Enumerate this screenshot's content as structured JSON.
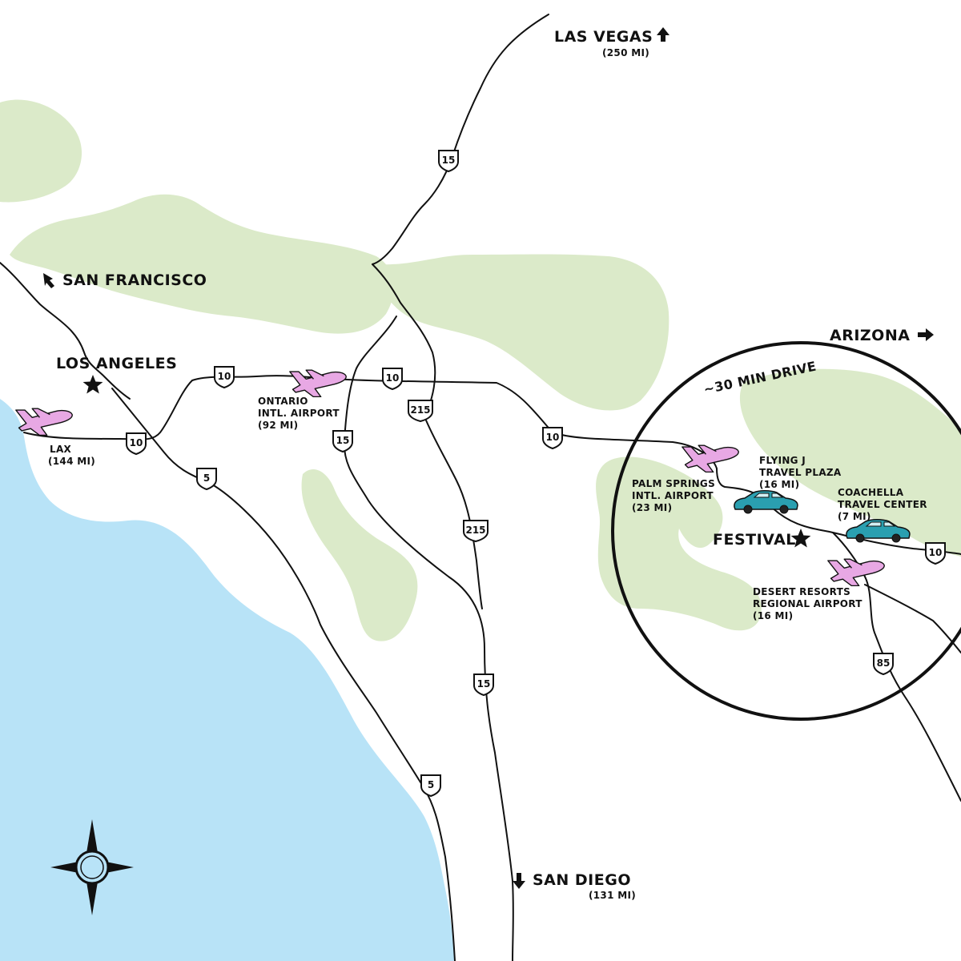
{
  "colors": {
    "ocean": "#b8e3f7",
    "mountains": "#dbeac9",
    "roads": "#111111",
    "airport_icon": "#e8a8e4",
    "car_icon": "#2a9fb0"
  },
  "directions": {
    "las_vegas": {
      "name": "LAS VEGAS",
      "distance": "(250 MI)",
      "icon": "arrow-up-icon"
    },
    "san_francisco": {
      "name": "SAN FRANCISCO",
      "icon": "arrow-up-left-icon"
    },
    "arizona": {
      "name": "ARIZONA",
      "icon": "arrow-right-icon"
    },
    "san_diego": {
      "name": "SAN DIEGO",
      "distance": "(131 MI)",
      "icon": "arrow-down-icon"
    }
  },
  "cities": {
    "los_angeles": "LOS ANGELES",
    "festival": "FESTIVAL"
  },
  "airports": {
    "lax": {
      "line1": "LAX",
      "line2": "(144 MI)"
    },
    "ontario": {
      "line1": "ONTARIO",
      "line2": "INTL. AIRPORT",
      "line3": "(92 MI)"
    },
    "palm_springs": {
      "line1": "PALM SPRINGS",
      "line2": "INTL. AIRPORT",
      "line3": "(23 MI)"
    },
    "desert_resorts": {
      "line1": "DESERT RESORTS",
      "line2": "REGIONAL AIRPORT",
      "line3": "(16 MI)"
    }
  },
  "stops": {
    "flying_j": {
      "line1": "FLYING J",
      "line2": "TRAVEL PLAZA",
      "line3": "(16 MI)"
    },
    "coachella": {
      "line1": "COACHELLA",
      "line2": "TRAVEL CENTER",
      "line3": "(7 MI)"
    }
  },
  "circle_label": "~30 MIN DRIVE",
  "highways": {
    "i15_north": "15",
    "i10_ontario_west": "10",
    "i10_ontario_east": "10",
    "i10_la": "10",
    "i215_north": "215",
    "i5_north": "5",
    "i15_ontario": "15",
    "i215_south": "215",
    "i10_east": "10",
    "i10_festival": "10",
    "i15_south": "15",
    "i5_south": "5",
    "rt85": "85"
  }
}
